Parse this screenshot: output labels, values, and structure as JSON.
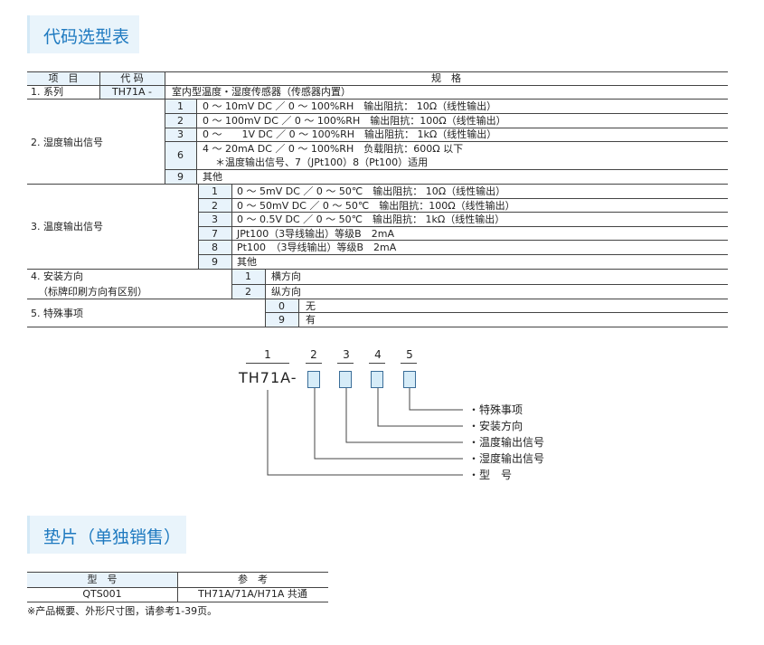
{
  "section1": {
    "title": "代码选型表",
    "header": {
      "item": "项　目",
      "code": "代 码",
      "spec": "规　格"
    },
    "series": {
      "label": "1. 系列",
      "code": "TH71A -",
      "desc": "室内型温度・湿度传感器（传感器内置）"
    },
    "humidity": {
      "label": "2. 湿度输出信号",
      "rows": [
        {
          "code": "1",
          "desc": "0 ～  10mV DC ／ 0 ～ 100%RH　输出阻抗：  10Ω（线性输出）"
        },
        {
          "code": "2",
          "desc": "0 ～ 100mV DC ／ 0 ～ 100%RH　输出阻抗：100Ω（线性输出）"
        },
        {
          "code": "3",
          "desc": "0 ～　　1V DC ／ 0 ～ 100%RH　输出阻抗：  1kΩ（线性输出）"
        },
        {
          "code": "6",
          "desc": "4 ～  20mA DC ／ 0 ～ 100%RH　负载阻抗：600Ω 以下",
          "note": "＊温度输出信号、7（JPt100）8（Pt100）适用"
        },
        {
          "code": "9",
          "desc": "其他"
        }
      ]
    },
    "temperature": {
      "label": "3. 温度输出信号",
      "rows": [
        {
          "code": "1",
          "desc": "0 ～  5mV DC ／ 0 ～ 50℃　输出阻抗：  10Ω（线性输出）"
        },
        {
          "code": "2",
          "desc": "0 ～ 50mV DC ／ 0 ～ 50℃　输出阻抗：100Ω（线性输出）"
        },
        {
          "code": "3",
          "desc": "0 ～  0.5V DC ／ 0 ～ 50℃　输出阻抗：  1kΩ（线性输出）"
        },
        {
          "code": "7",
          "desc": "JPt100（3导线输出）等级B　2mA"
        },
        {
          "code": "8",
          "desc": "Pt100　（3导线输出）等级B　2mA"
        },
        {
          "code": "9",
          "desc": "其他"
        }
      ]
    },
    "mounting": {
      "label": "4. 安装方向",
      "sublabel": "（标牌印刷方向有区别）",
      "rows": [
        {
          "code": "1",
          "desc": "横方向"
        },
        {
          "code": "2",
          "desc": "纵方向"
        }
      ]
    },
    "special": {
      "label": "5. 特殊事项",
      "rows": [
        {
          "code": "0",
          "desc": "无"
        },
        {
          "code": "9",
          "desc": "有"
        }
      ]
    }
  },
  "diagram": {
    "model": "TH71A-",
    "positions": [
      "1",
      "2",
      "3",
      "4",
      "5"
    ],
    "labels": [
      "・特殊事项",
      "・安装方向",
      "・温度输出信号",
      "・湿度输出信号",
      "・型　号"
    ]
  },
  "section2": {
    "title": "垫片（单独销售）",
    "header": {
      "model": "型　号",
      "ref": "参　考"
    },
    "row": {
      "model": "QTS001",
      "ref": "TH71A/71A/H71A 共通"
    },
    "footnote": "※产品概要、外形尺寸图，请参考1-39页。"
  }
}
